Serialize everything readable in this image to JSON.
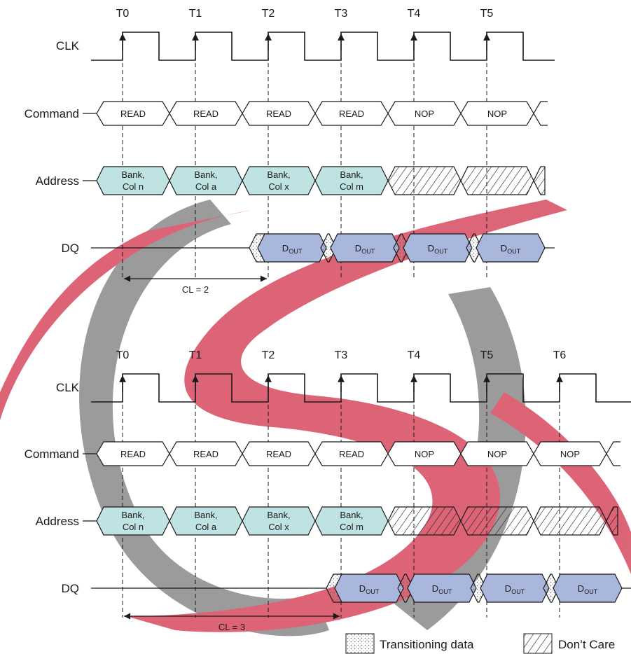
{
  "colors": {
    "watermark_red": "#d64a5f",
    "watermark_gray": "#8a8a8a",
    "address_fill": "#bfe3e3",
    "dout_fill": "#a9b7dd",
    "line": "#1a1a1a"
  },
  "signals": {
    "clk": "CLK",
    "command": "Command",
    "address": "Address",
    "dq": "DQ"
  },
  "top": {
    "ticks": [
      "T0",
      "T1",
      "T2",
      "T3",
      "T4",
      "T5"
    ],
    "commands": [
      "READ",
      "READ",
      "READ",
      "READ",
      "NOP",
      "NOP"
    ],
    "address": [
      {
        "line1": "Bank,",
        "line2": "Col n"
      },
      {
        "line1": "Bank,",
        "line2": "Col a"
      },
      {
        "line1": "Bank,",
        "line2": "Col x"
      },
      {
        "line1": "Bank,",
        "line2": "Col m"
      }
    ],
    "dq": [
      {
        "base": "D",
        "sub": "OUT"
      },
      {
        "base": "D",
        "sub": "OUT"
      },
      {
        "base": "D",
        "sub": "OUT"
      },
      {
        "base": "D",
        "sub": "OUT"
      }
    ],
    "latency": "CL = 2"
  },
  "bottom": {
    "ticks": [
      "T0",
      "T1",
      "T2",
      "T3",
      "T4",
      "T5",
      "T6"
    ],
    "commands": [
      "READ",
      "READ",
      "READ",
      "READ",
      "NOP",
      "NOP",
      "NOP"
    ],
    "address": [
      {
        "line1": "Bank,",
        "line2": "Col n"
      },
      {
        "line1": "Bank,",
        "line2": "Col a"
      },
      {
        "line1": "Bank,",
        "line2": "Col x"
      },
      {
        "line1": "Bank,",
        "line2": "Col m"
      }
    ],
    "dq": [
      {
        "base": "D",
        "sub": "OUT"
      },
      {
        "base": "D",
        "sub": "OUT"
      },
      {
        "base": "D",
        "sub": "OUT"
      },
      {
        "base": "D",
        "sub": "OUT"
      }
    ],
    "latency": "CL = 3"
  },
  "legend": {
    "transitioning": "Transitioning data",
    "dont_care": "Don’t Care"
  }
}
